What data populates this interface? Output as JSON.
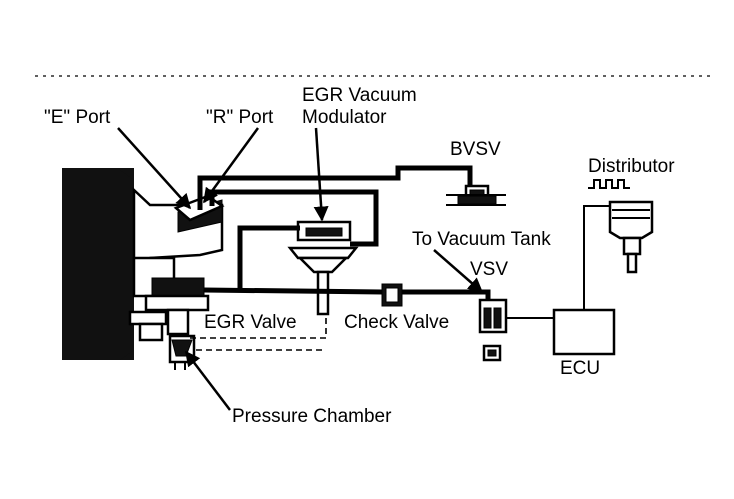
{
  "diagram": {
    "labels": {
      "e_port": "\"E\" Port",
      "r_port": "\"R\" Port",
      "egr_vacuum_1": "EGR Vacuum",
      "egr_vacuum_2": "Modulator",
      "bvsv": "BVSV",
      "distributor": "Distributor",
      "to_vacuum_tank": "To Vacuum Tank",
      "vsv": "VSV",
      "egr_valve": "EGR Valve",
      "check_valve": "Check Valve",
      "ecu": "ECU",
      "pressure_chamber": "Pressure Chamber"
    }
  }
}
